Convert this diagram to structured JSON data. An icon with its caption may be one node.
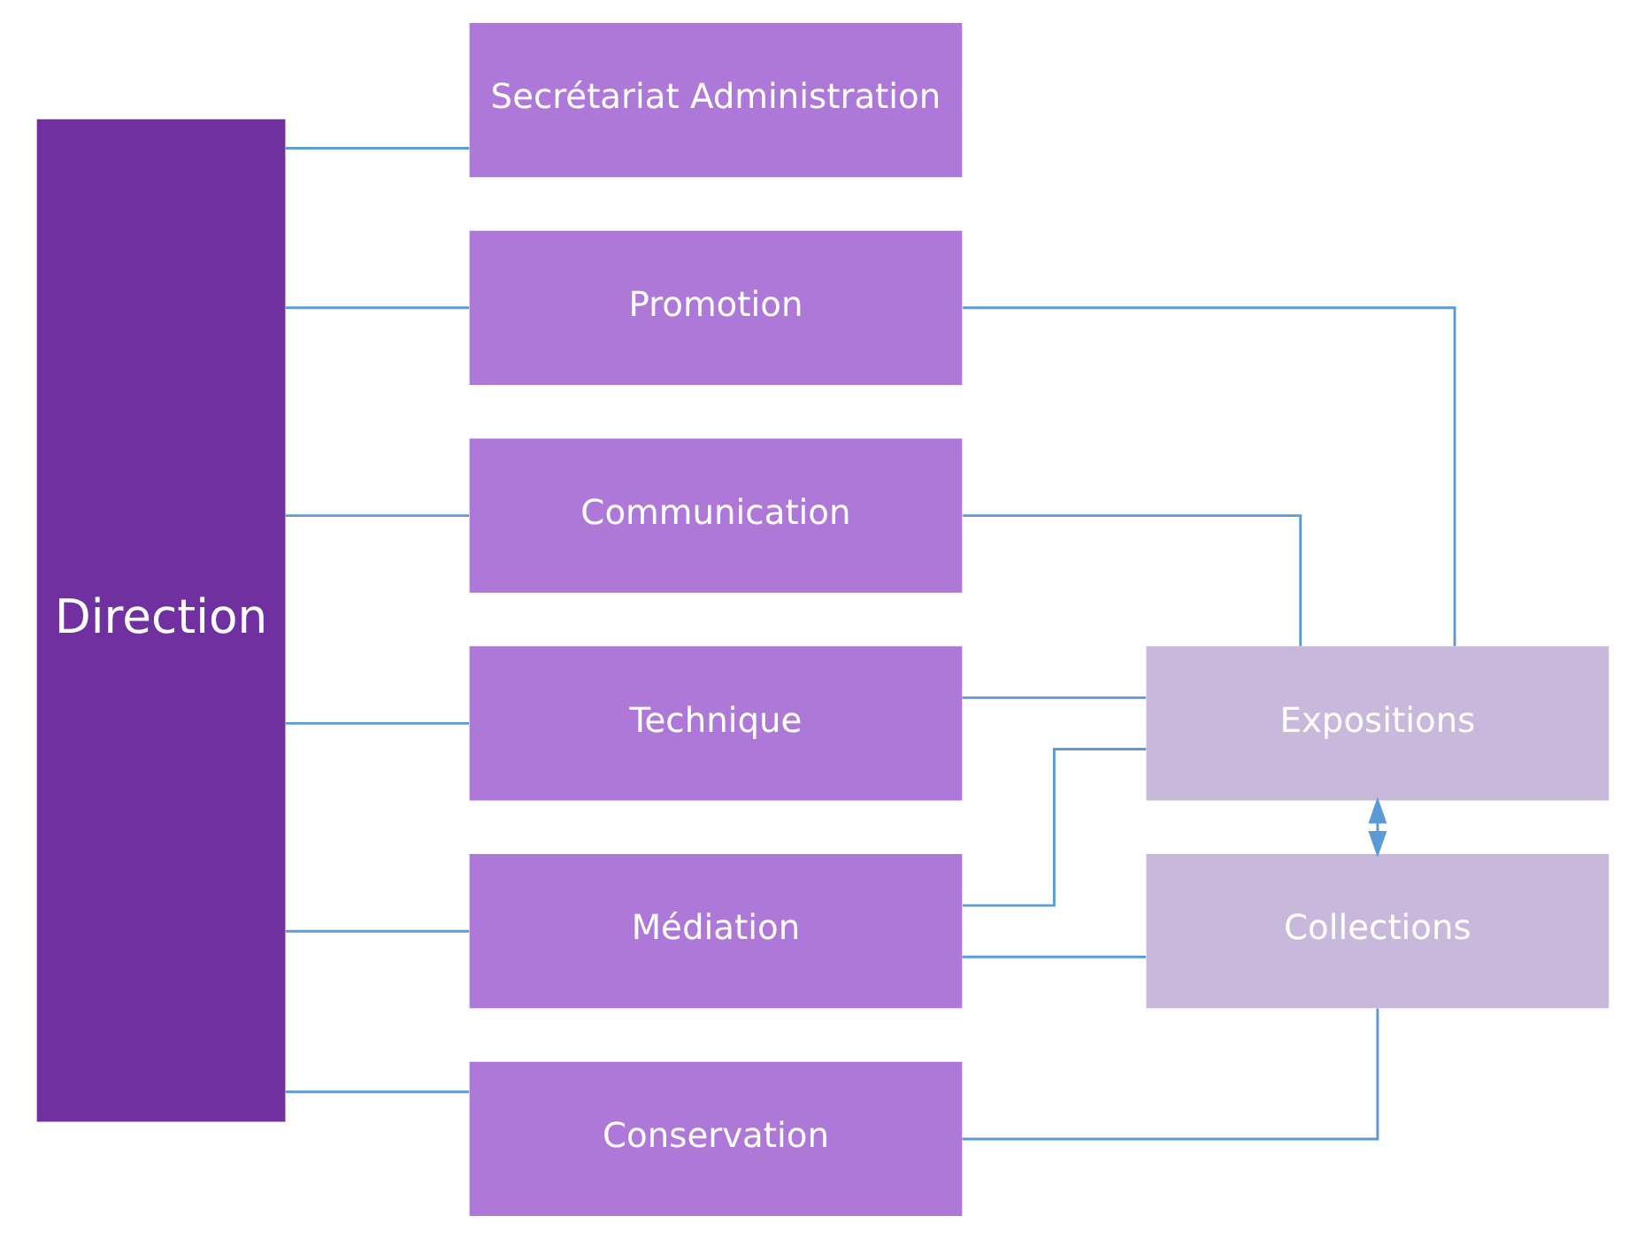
{
  "diagram": {
    "nodes": [
      {
        "text": [
          "Direction"
        ]
      },
      {
        "text": [
          "Secrétariat Administration"
        ]
      },
      {
        "text": [
          "Promotion"
        ]
      },
      {
        "text": [
          "Communication"
        ]
      },
      {
        "text": [
          "Médiation"
        ]
      },
      {
        "text": [
          "Technique"
        ]
      },
      {
        "text": [
          "Conservation"
        ]
      },
      {
        "text": [
          "Expositions"
        ]
      },
      {
        "text": [
          "Collections"
        ]
      }
    ],
    "edges": [
      {
        "from": 0,
        "to": 1,
        "arrow": "none"
      },
      {
        "from": 0,
        "to": 2,
        "arrow": "none"
      },
      {
        "from": 0,
        "to": 3,
        "arrow": "none"
      },
      {
        "from": 0,
        "to": 4,
        "arrow": "none"
      },
      {
        "from": 0,
        "to": 5,
        "arrow": "none"
      },
      {
        "from": 0,
        "to": 6,
        "arrow": "none"
      },
      {
        "from": 2,
        "to": 7,
        "arrow": "none"
      },
      {
        "from": 3,
        "to": 7,
        "arrow": "none"
      },
      {
        "from": 4,
        "to": 7,
        "arrow": "none"
      },
      {
        "from": 5,
        "to": 7,
        "arrow": "none"
      },
      {
        "from": 4,
        "to": 8,
        "arrow": "none"
      },
      {
        "from": 6,
        "to": 8,
        "arrow": "none"
      },
      {
        "from": 7,
        "to": 8,
        "arrow": "both"
      }
    ]
  }
}
